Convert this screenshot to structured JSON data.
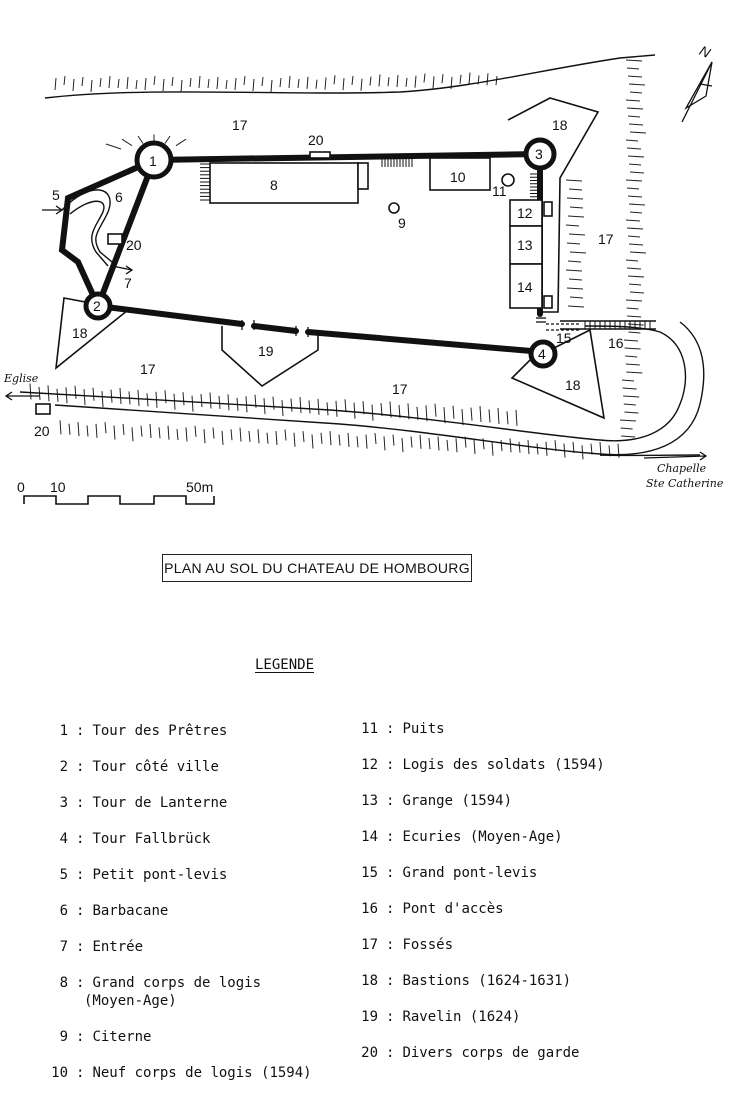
{
  "map_labels": {
    "north": "N",
    "scale_ticks": [
      "0",
      "10",
      "50m"
    ],
    "eglise": "Eglise",
    "chapelle": "Chapelle",
    "ste_catherine": "Ste Catherine",
    "n1": "1",
    "n2": "2",
    "n3": "3",
    "n4": "4",
    "n5": "5",
    "n6": "6",
    "n7": "7",
    "n8": "8",
    "n9": "9",
    "n10": "10",
    "n11": "11",
    "n12": "12",
    "n13": "13",
    "n14": "14",
    "n15": "15",
    "n16": "16",
    "n17": "17",
    "n18": "18",
    "n19": "19",
    "n20": "20"
  },
  "title": "PLAN AU SOL DU CHATEAU DE HOMBOURG",
  "legend_title": "LEGENDE",
  "legend": [
    {
      "num": "1",
      "text": "Tour des Prêtres"
    },
    {
      "num": "2",
      "text": "Tour côté ville"
    },
    {
      "num": "3",
      "text": "Tour de Lanterne"
    },
    {
      "num": "4",
      "text": "Tour Fallbrück"
    },
    {
      "num": "5",
      "text": "Petit pont-levis"
    },
    {
      "num": "6",
      "text": "Barbacane"
    },
    {
      "num": "7",
      "text": "Entrée"
    },
    {
      "num": "8",
      "text": "Grand corps de logis",
      "text2": "(Moyen-Age)"
    },
    {
      "num": "9",
      "text": "Citerne"
    },
    {
      "num": "10",
      "text": "Neuf corps de logis (1594)"
    },
    {
      "num": "11",
      "text": "Puits"
    },
    {
      "num": "12",
      "text": "Logis des soldats (1594)"
    },
    {
      "num": "13",
      "text": "Grange (1594)"
    },
    {
      "num": "14",
      "text": "Ecuries (Moyen-Age)"
    },
    {
      "num": "15",
      "text": "Grand pont-levis"
    },
    {
      "num": "16",
      "text": "Pont d'accès"
    },
    {
      "num": "17",
      "text": "Fossés"
    },
    {
      "num": "18",
      "text": "Bastions (1624-1631)"
    },
    {
      "num": "19",
      "text": "Ravelin (1624)"
    },
    {
      "num": "20",
      "text": "Divers corps de garde"
    }
  ]
}
